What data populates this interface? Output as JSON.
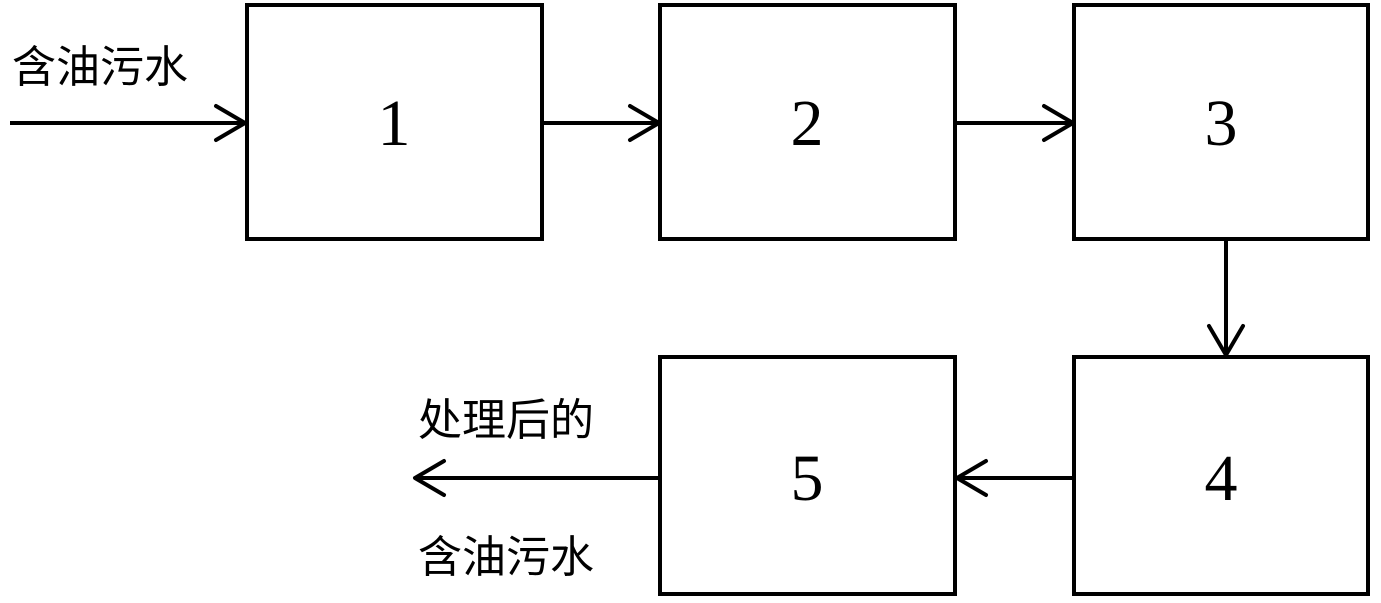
{
  "boxes": [
    {
      "id": "1",
      "label": "1"
    },
    {
      "id": "2",
      "label": "2"
    },
    {
      "id": "3",
      "label": "3"
    },
    {
      "id": "4",
      "label": "4"
    },
    {
      "id": "5",
      "label": "5"
    }
  ],
  "input_label": "含油污水",
  "output_label_line1": "处理后的",
  "output_label_line2": "含油污水"
}
